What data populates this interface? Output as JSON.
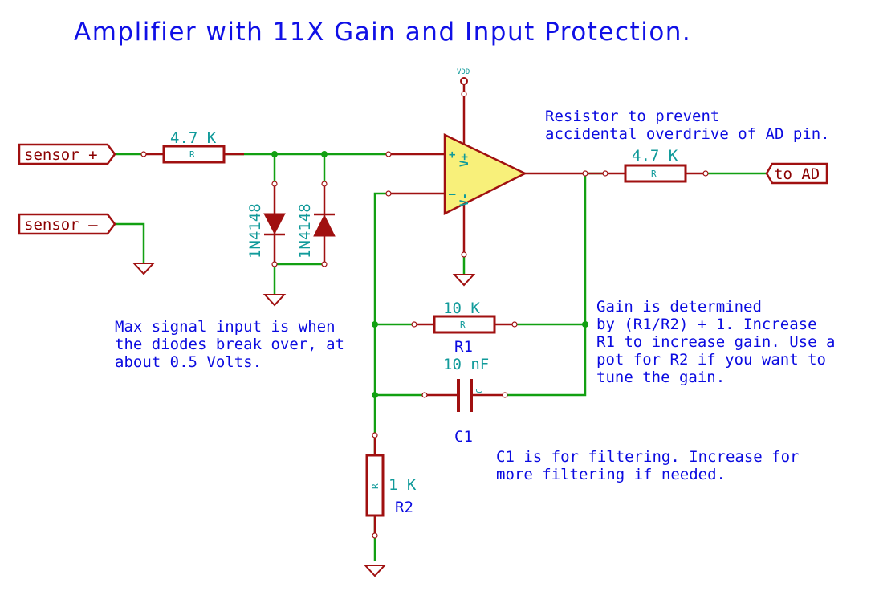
{
  "title": "Amplifier with 11X Gain and Input Protection.",
  "colors": {
    "wire": "#12a012",
    "component": "#a01010",
    "value_text": "#109a9a",
    "note_text": "#0b0be0",
    "opamp_fill": "#f8f07a"
  },
  "labels": {
    "sensor_plus": "sensor +",
    "sensor_minus": "sensor –",
    "to_ad": "to AD"
  },
  "power": {
    "vdd": "VDD"
  },
  "components": {
    "r_input": {
      "value": "4.7 K",
      "symbol": "R"
    },
    "r_output": {
      "value": "4.7 K",
      "symbol": "R"
    },
    "d1": {
      "value": "1N4148"
    },
    "d2": {
      "value": "1N4148"
    },
    "r1": {
      "value": "10 K",
      "ref": "R1",
      "symbol": "R"
    },
    "c1": {
      "value": "10 nF",
      "ref": "C1",
      "symbol": "C"
    },
    "r2": {
      "value": "1 K",
      "ref": "R2",
      "symbol": "R"
    },
    "opamp": {
      "plus": "+",
      "minus": "–",
      "vplus": "V+",
      "vminus": "V-"
    }
  },
  "notes": {
    "output_resistor": [
      "Resistor to prevent",
      "accidental overdrive of AD pin."
    ],
    "diodes": [
      "Max signal input is when",
      "the diodes break over, at",
      "about 0.5 Volts."
    ],
    "gain": [
      "Gain is determined",
      "by (R1/R2) + 1. Increase",
      "R1 to increase gain. Use a",
      "pot for R2 if you want to",
      "tune the gain."
    ],
    "filter": [
      "C1 is for filtering. Increase for",
      "more filtering if needed."
    ]
  }
}
